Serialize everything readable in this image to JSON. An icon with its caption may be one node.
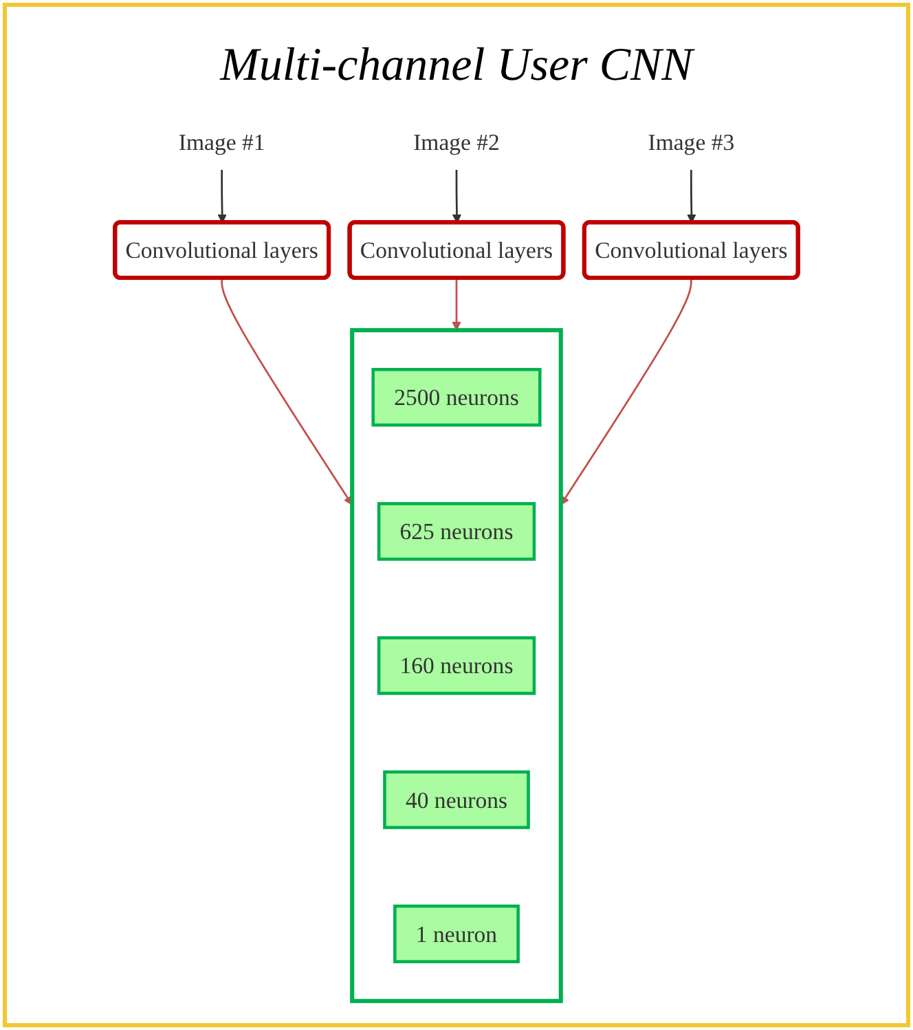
{
  "diagram": {
    "title": "Multi-channel User CNN",
    "nodes": [
      {
        "text": [
          "Image #1"
        ]
      },
      {
        "text": [
          "Image #2"
        ]
      },
      {
        "text": [
          "Image #3"
        ]
      },
      {
        "text": [
          "Convolutional layers"
        ]
      },
      {
        "text": [
          "Convolutional layers"
        ]
      },
      {
        "text": [
          "Convolutional layers"
        ]
      },
      {
        "text": [],
        "shape": "box"
      },
      {
        "text": [
          "2500 neurons"
        ],
        "in": 6
      },
      {
        "text": [
          "625 neurons"
        ],
        "in": 6
      },
      {
        "text": [
          "160 neurons"
        ],
        "in": 6
      },
      {
        "text": [
          "40 neurons"
        ],
        "in": 6
      },
      {
        "text": [
          "1 neuron"
        ],
        "in": 6
      }
    ],
    "edges": [
      {
        "from": 0,
        "to": 3,
        "arrow": "to"
      },
      {
        "from": 1,
        "to": 4,
        "arrow": "to"
      },
      {
        "from": 2,
        "to": 5,
        "arrow": "to"
      },
      {
        "from": 3,
        "to": 6,
        "arrow": "to",
        "color": "#c0504d"
      },
      {
        "from": 4,
        "to": 6,
        "arrow": "to",
        "color": "#c0504d"
      },
      {
        "from": 5,
        "to": 6,
        "arrow": "to",
        "color": "#c0504d"
      }
    ]
  }
}
